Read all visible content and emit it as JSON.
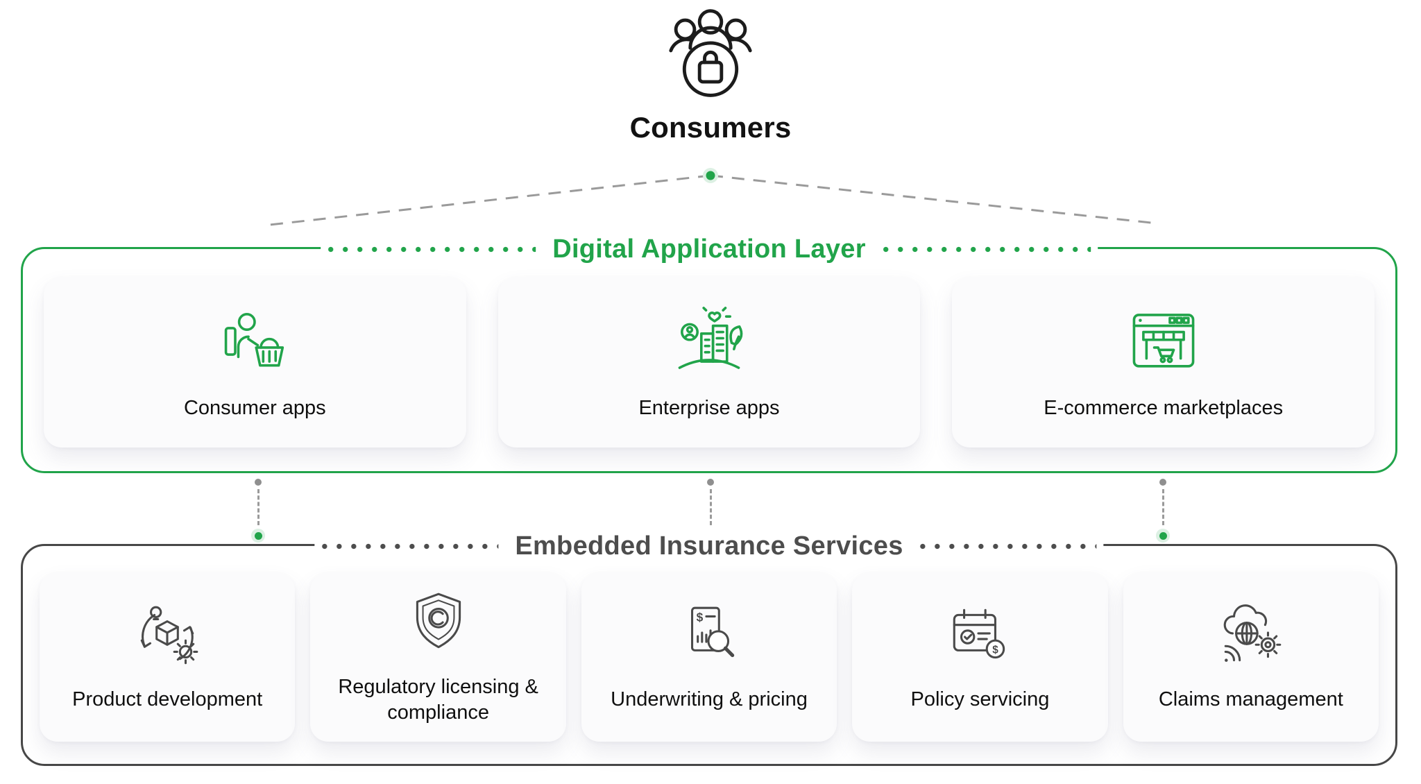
{
  "consumers": {
    "label": "Consumers",
    "icon": "consumers-icon"
  },
  "digital_layer": {
    "title": "Digital Application Layer",
    "accent_color": "#21a44a",
    "cards": [
      {
        "label": "Consumer apps",
        "icon": "consumer-apps-icon"
      },
      {
        "label": "Enterprise apps",
        "icon": "enterprise-apps-icon"
      },
      {
        "label": "E-commerce marketplaces",
        "icon": "ecommerce-marketplaces-icon"
      }
    ]
  },
  "insurance_layer": {
    "title": "Embedded Insurance Services",
    "accent_color": "#4d4d4d",
    "cards": [
      {
        "label": "Product development",
        "icon": "product-development-icon"
      },
      {
        "label": "Regulatory licensing & compliance",
        "icon": "regulatory-compliance-icon"
      },
      {
        "label": "Underwriting & pricing",
        "icon": "underwriting-pricing-icon"
      },
      {
        "label": "Policy servicing",
        "icon": "policy-servicing-icon"
      },
      {
        "label": "Claims management",
        "icon": "claims-management-icon"
      }
    ]
  },
  "colors": {
    "green_accent": "#21a44a",
    "dark_accent": "#4d4d4d",
    "connector_gray": "#9a9a9a",
    "card_background": "#fbfbfc",
    "page_background": "#ffffff"
  }
}
